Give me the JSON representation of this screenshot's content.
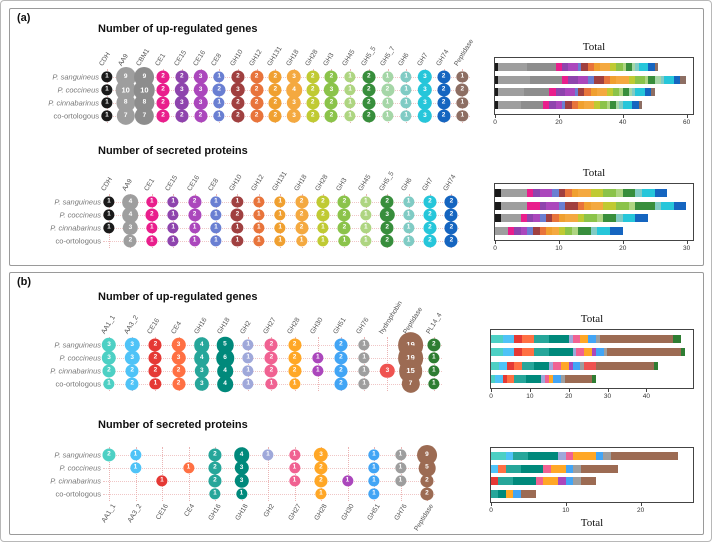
{
  "panel_labels": [
    "(a)",
    "(b)"
  ],
  "chart_data": [
    {
      "id": "a-upregulated",
      "type": "bubble-matrix",
      "panel": "a",
      "title": "Number of up-regulated genes",
      "categories": [
        "CDH",
        "AA9",
        "CBM1",
        "CE1",
        "CE15",
        "CE16",
        "CE8",
        "GH10",
        "GH12",
        "GH131",
        "GH18",
        "GH28",
        "GH3",
        "GH45",
        "GH5_5",
        "GH5_7",
        "GH6",
        "GH7",
        "GH74",
        "Peptidase"
      ],
      "colors": [
        "#1a1a1a",
        "#9e9e9e",
        "#8d8d8d",
        "#e91e8c",
        "#8e44ad",
        "#ab47bc",
        "#6a7fd2",
        "#a04040",
        "#e8743b",
        "#f0a030",
        "#f4a940",
        "#c0ca33",
        "#8bc34a",
        "#aed581",
        "#388e3c",
        "#a5d6a7",
        "#80cbc4",
        "#26c6da",
        "#1565c0",
        "#8d6e63"
      ],
      "series": [
        {
          "name": "P. sanguineus",
          "values": [
            1,
            9,
            9,
            2,
            2,
            3,
            1,
            2,
            2,
            2,
            3,
            2,
            2,
            1,
            2,
            1,
            1,
            3,
            2,
            1
          ]
        },
        {
          "name": "P. coccineus",
          "values": [
            1,
            10,
            10,
            2,
            3,
            3,
            2,
            3,
            2,
            2,
            4,
            2,
            3,
            1,
            2,
            2,
            1,
            3,
            2,
            2
          ]
        },
        {
          "name": "P. cinnabarinus",
          "values": [
            1,
            8,
            8,
            2,
            3,
            3,
            1,
            2,
            2,
            2,
            3,
            2,
            2,
            1,
            2,
            1,
            1,
            3,
            2,
            1
          ]
        },
        {
          "name": "co-ortologous",
          "values": [
            1,
            7,
            7,
            2,
            2,
            2,
            1,
            2,
            2,
            2,
            3,
            2,
            2,
            1,
            2,
            1,
            1,
            3,
            2,
            1
          ]
        }
      ],
      "total_chart": {
        "type": "stacked-bar",
        "title": "Total",
        "ticks": [
          0,
          20,
          40,
          60
        ],
        "xmax": 62,
        "title_position": "top"
      }
    },
    {
      "id": "a-secreted",
      "type": "bubble-matrix",
      "panel": "a",
      "title": "Number of secreted proteins",
      "categories": [
        "CDH",
        "AA9",
        "CE1",
        "CE15",
        "CE16",
        "CE8",
        "GH10",
        "GH12",
        "GH131",
        "GH18",
        "GH28",
        "GH3",
        "GH45",
        "GH5_5",
        "GH6",
        "GH7",
        "GH74"
      ],
      "colors": [
        "#1a1a1a",
        "#9e9e9e",
        "#e91e8c",
        "#8e44ad",
        "#ab47bc",
        "#6a7fd2",
        "#a04040",
        "#e8743b",
        "#f0a030",
        "#f4a940",
        "#c0ca33",
        "#8bc34a",
        "#aed581",
        "#388e3c",
        "#80cbc4",
        "#26c6da",
        "#1565c0"
      ],
      "series": [
        {
          "name": "P. sanguineus",
          "values": [
            1,
            4,
            1,
            1,
            2,
            1,
            1,
            1,
            1,
            2,
            2,
            2,
            1,
            2,
            1,
            2,
            2
          ]
        },
        {
          "name": "P. coccineus",
          "values": [
            1,
            4,
            2,
            1,
            2,
            1,
            2,
            1,
            1,
            2,
            2,
            2,
            1,
            3,
            1,
            2,
            2
          ]
        },
        {
          "name": "P. cinnabarinus",
          "values": [
            1,
            3,
            1,
            1,
            1,
            1,
            1,
            1,
            1,
            2,
            1,
            2,
            1,
            2,
            1,
            2,
            2
          ]
        },
        {
          "name": "co-ortologous",
          "values": [
            0,
            2,
            1,
            1,
            1,
            1,
            1,
            1,
            1,
            1,
            1,
            1,
            1,
            2,
            1,
            2,
            2
          ]
        }
      ],
      "total_chart": {
        "type": "stacked-bar",
        "title": "Total",
        "ticks": [
          0,
          10,
          20,
          30
        ],
        "xmax": 31,
        "title_position": "top"
      }
    },
    {
      "id": "b-upregulated",
      "type": "bubble-matrix",
      "panel": "b",
      "title": "Number of up-regulated genes",
      "categories": [
        "AA1_1",
        "AA3_2",
        "CE16",
        "CE4",
        "GH16",
        "GH18",
        "GH2",
        "GH27",
        "GH28",
        "GH30",
        "GH51",
        "GH76",
        "hydrophobin",
        "Peptidase",
        "PL14_4"
      ],
      "colors": [
        "#4dd0c4",
        "#4fc3f7",
        "#e53935",
        "#ff7043",
        "#26a69a",
        "#00897b",
        "#9fa8da",
        "#f06292",
        "#ffa726",
        "#ab47bc",
        "#42a5f5",
        "#9e9e9e",
        "#ef5350",
        "#9c6b53",
        "#2e7d32"
      ],
      "series": [
        {
          "name": "P. sanguineus",
          "values": [
            3,
            3,
            2,
            3,
            4,
            5,
            1,
            2,
            2,
            0,
            2,
            1,
            0,
            19,
            2
          ]
        },
        {
          "name": "P. coccineus",
          "values": [
            3,
            3,
            2,
            3,
            4,
            6,
            1,
            2,
            2,
            1,
            2,
            1,
            0,
            19,
            1
          ]
        },
        {
          "name": "P. cinnabarinus",
          "values": [
            2,
            2,
            2,
            2,
            3,
            4,
            1,
            2,
            2,
            1,
            2,
            1,
            3,
            15,
            1
          ]
        },
        {
          "name": "co-ortologous",
          "values": [
            1,
            2,
            1,
            2,
            3,
            4,
            1,
            1,
            1,
            0,
            2,
            1,
            0,
            7,
            1
          ]
        }
      ],
      "total_chart": {
        "type": "stacked-bar",
        "title": "Total",
        "ticks": [
          0,
          10,
          20,
          30,
          40
        ],
        "xmax": 52,
        "title_position": "top"
      }
    },
    {
      "id": "b-secreted",
      "type": "bubble-matrix",
      "panel": "b",
      "title": "Number of secreted proteins",
      "categories": [
        "AA1_1",
        "AA3_2",
        "CE16",
        "CE4",
        "GH16",
        "GH18",
        "GH2",
        "GH27",
        "GH28",
        "GH30",
        "GH51",
        "GH76",
        "Peptidase"
      ],
      "colors": [
        "#4dd0c4",
        "#4fc3f7",
        "#e53935",
        "#ff7043",
        "#26a69a",
        "#00897b",
        "#9fa8da",
        "#f06292",
        "#ffa726",
        "#ab47bc",
        "#42a5f5",
        "#9e9e9e",
        "#9c6b53"
      ],
      "series": [
        {
          "name": "P. sanguineus",
          "values": [
            2,
            1,
            0,
            0,
            2,
            4,
            1,
            1,
            3,
            0,
            1,
            1,
            9
          ]
        },
        {
          "name": "P. coccineus",
          "values": [
            0,
            1,
            0,
            1,
            2,
            3,
            0,
            1,
            2,
            0,
            1,
            1,
            5
          ]
        },
        {
          "name": "P. cinnabarinus",
          "values": [
            0,
            0,
            1,
            0,
            2,
            3,
            0,
            1,
            2,
            1,
            1,
            1,
            2
          ]
        },
        {
          "name": "co-ortologous",
          "values": [
            0,
            0,
            0,
            0,
            1,
            1,
            0,
            0,
            1,
            0,
            1,
            0,
            2
          ]
        }
      ],
      "total_chart": {
        "type": "stacked-bar",
        "title": "Total",
        "ticks": [
          0,
          10,
          20
        ],
        "xmax": 27,
        "title_position": "bottom"
      }
    }
  ]
}
